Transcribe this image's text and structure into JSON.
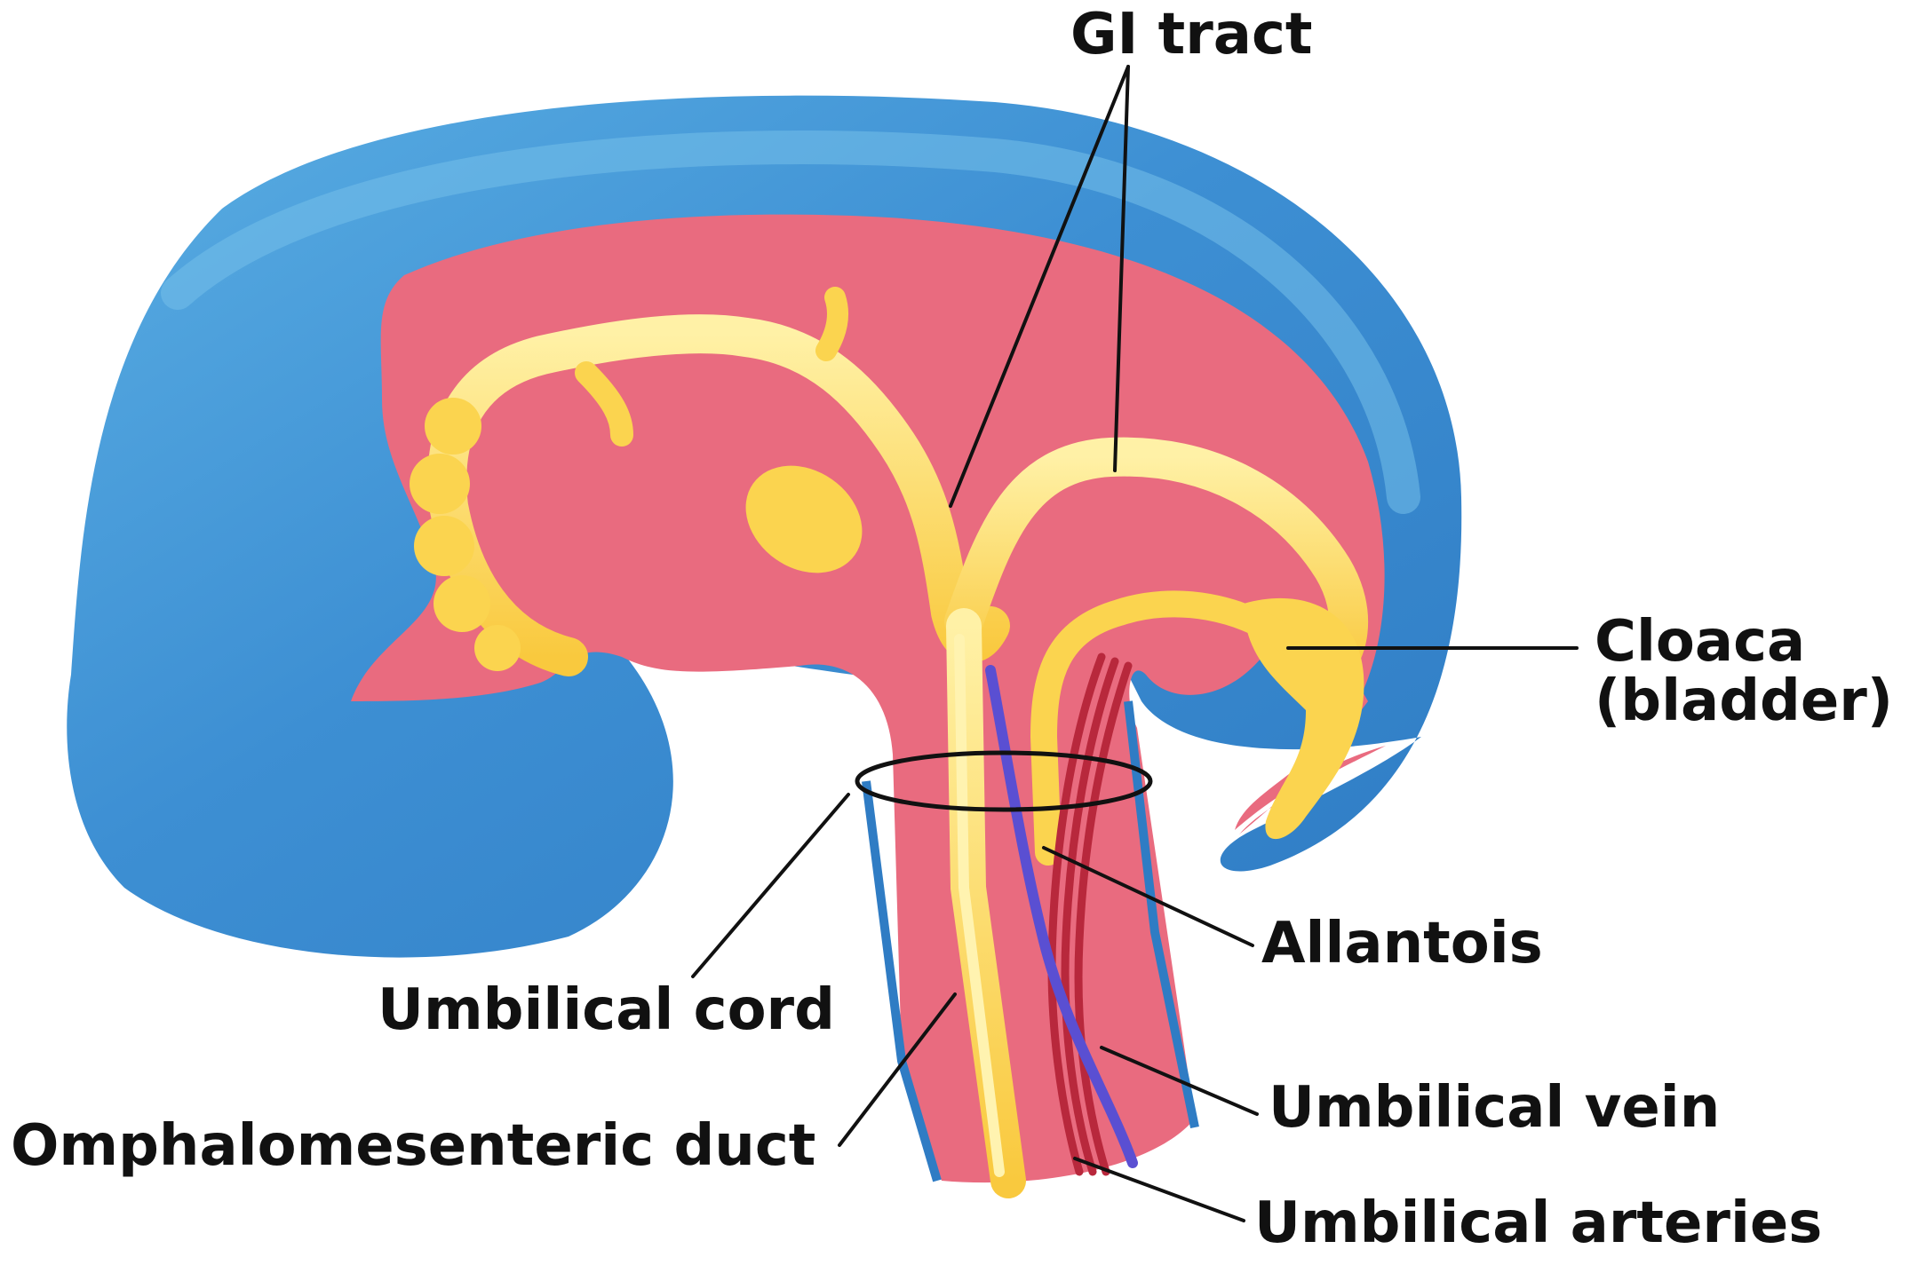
{
  "labels": {
    "gi_tract": "GI tract",
    "cloaca_line1": "Cloaca",
    "cloaca_line2": "(bladder)",
    "allantois": "Allantois",
    "umbilical_cord": "Umbilical cord",
    "umbilical_vein": "Umbilical vein",
    "omphalomesenteric_duct": "Omphalomesenteric duct",
    "umbilical_arteries": "Umbilical arteries"
  },
  "colors": {
    "ectoderm_blue": "#3d8fd3",
    "ectoderm_highlight": "#6ab6e6",
    "mesoderm_pink": "#e96b7f",
    "gut_yellow": "#fbd44f",
    "gut_highlight": "#fff3b0",
    "vein_purple": "#5a4fd2",
    "artery_red": "#b8283c",
    "leader_line": "#111111",
    "label_text": "#111111"
  }
}
